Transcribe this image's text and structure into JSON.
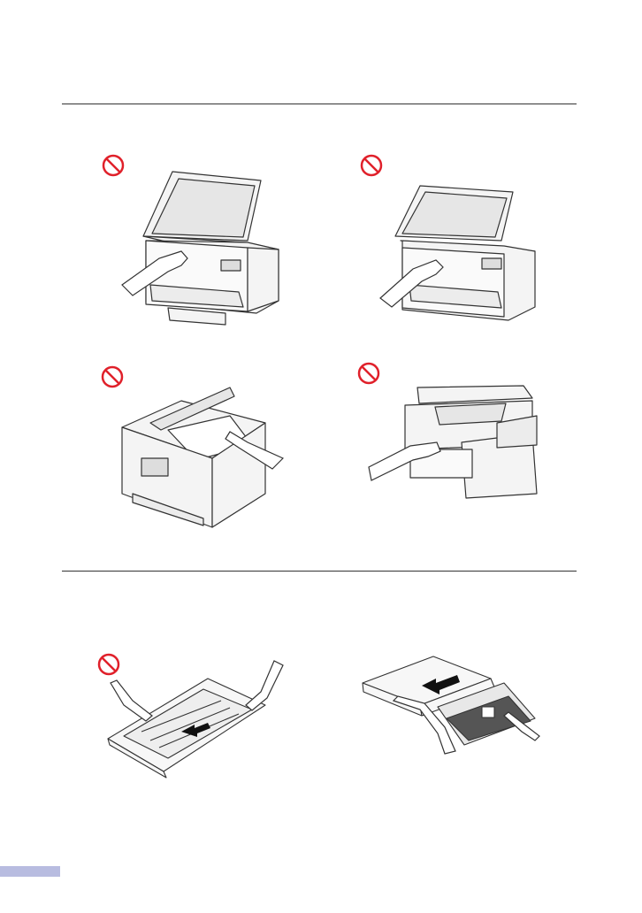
{
  "page": {
    "colors": {
      "prohibition": "#e0202a",
      "line_art": "#333333",
      "footer_tab": "#b8bce0"
    }
  },
  "panels": [
    {
      "subject": "scanner-lid-open-hand-on-glass",
      "prohibited": true
    },
    {
      "subject": "scanner-open-hand-inside-printer",
      "prohibited": true
    },
    {
      "subject": "adf-cover-open-hand-on-feeder",
      "prohibited": true
    },
    {
      "subject": "front-hand-on-paper-slot",
      "prohibited": true
    },
    {
      "subject": "paper-tray-hands-pushing-paper",
      "prohibited": true
    },
    {
      "subject": "paper-tray-pushing-guide",
      "prohibited": false
    }
  ]
}
